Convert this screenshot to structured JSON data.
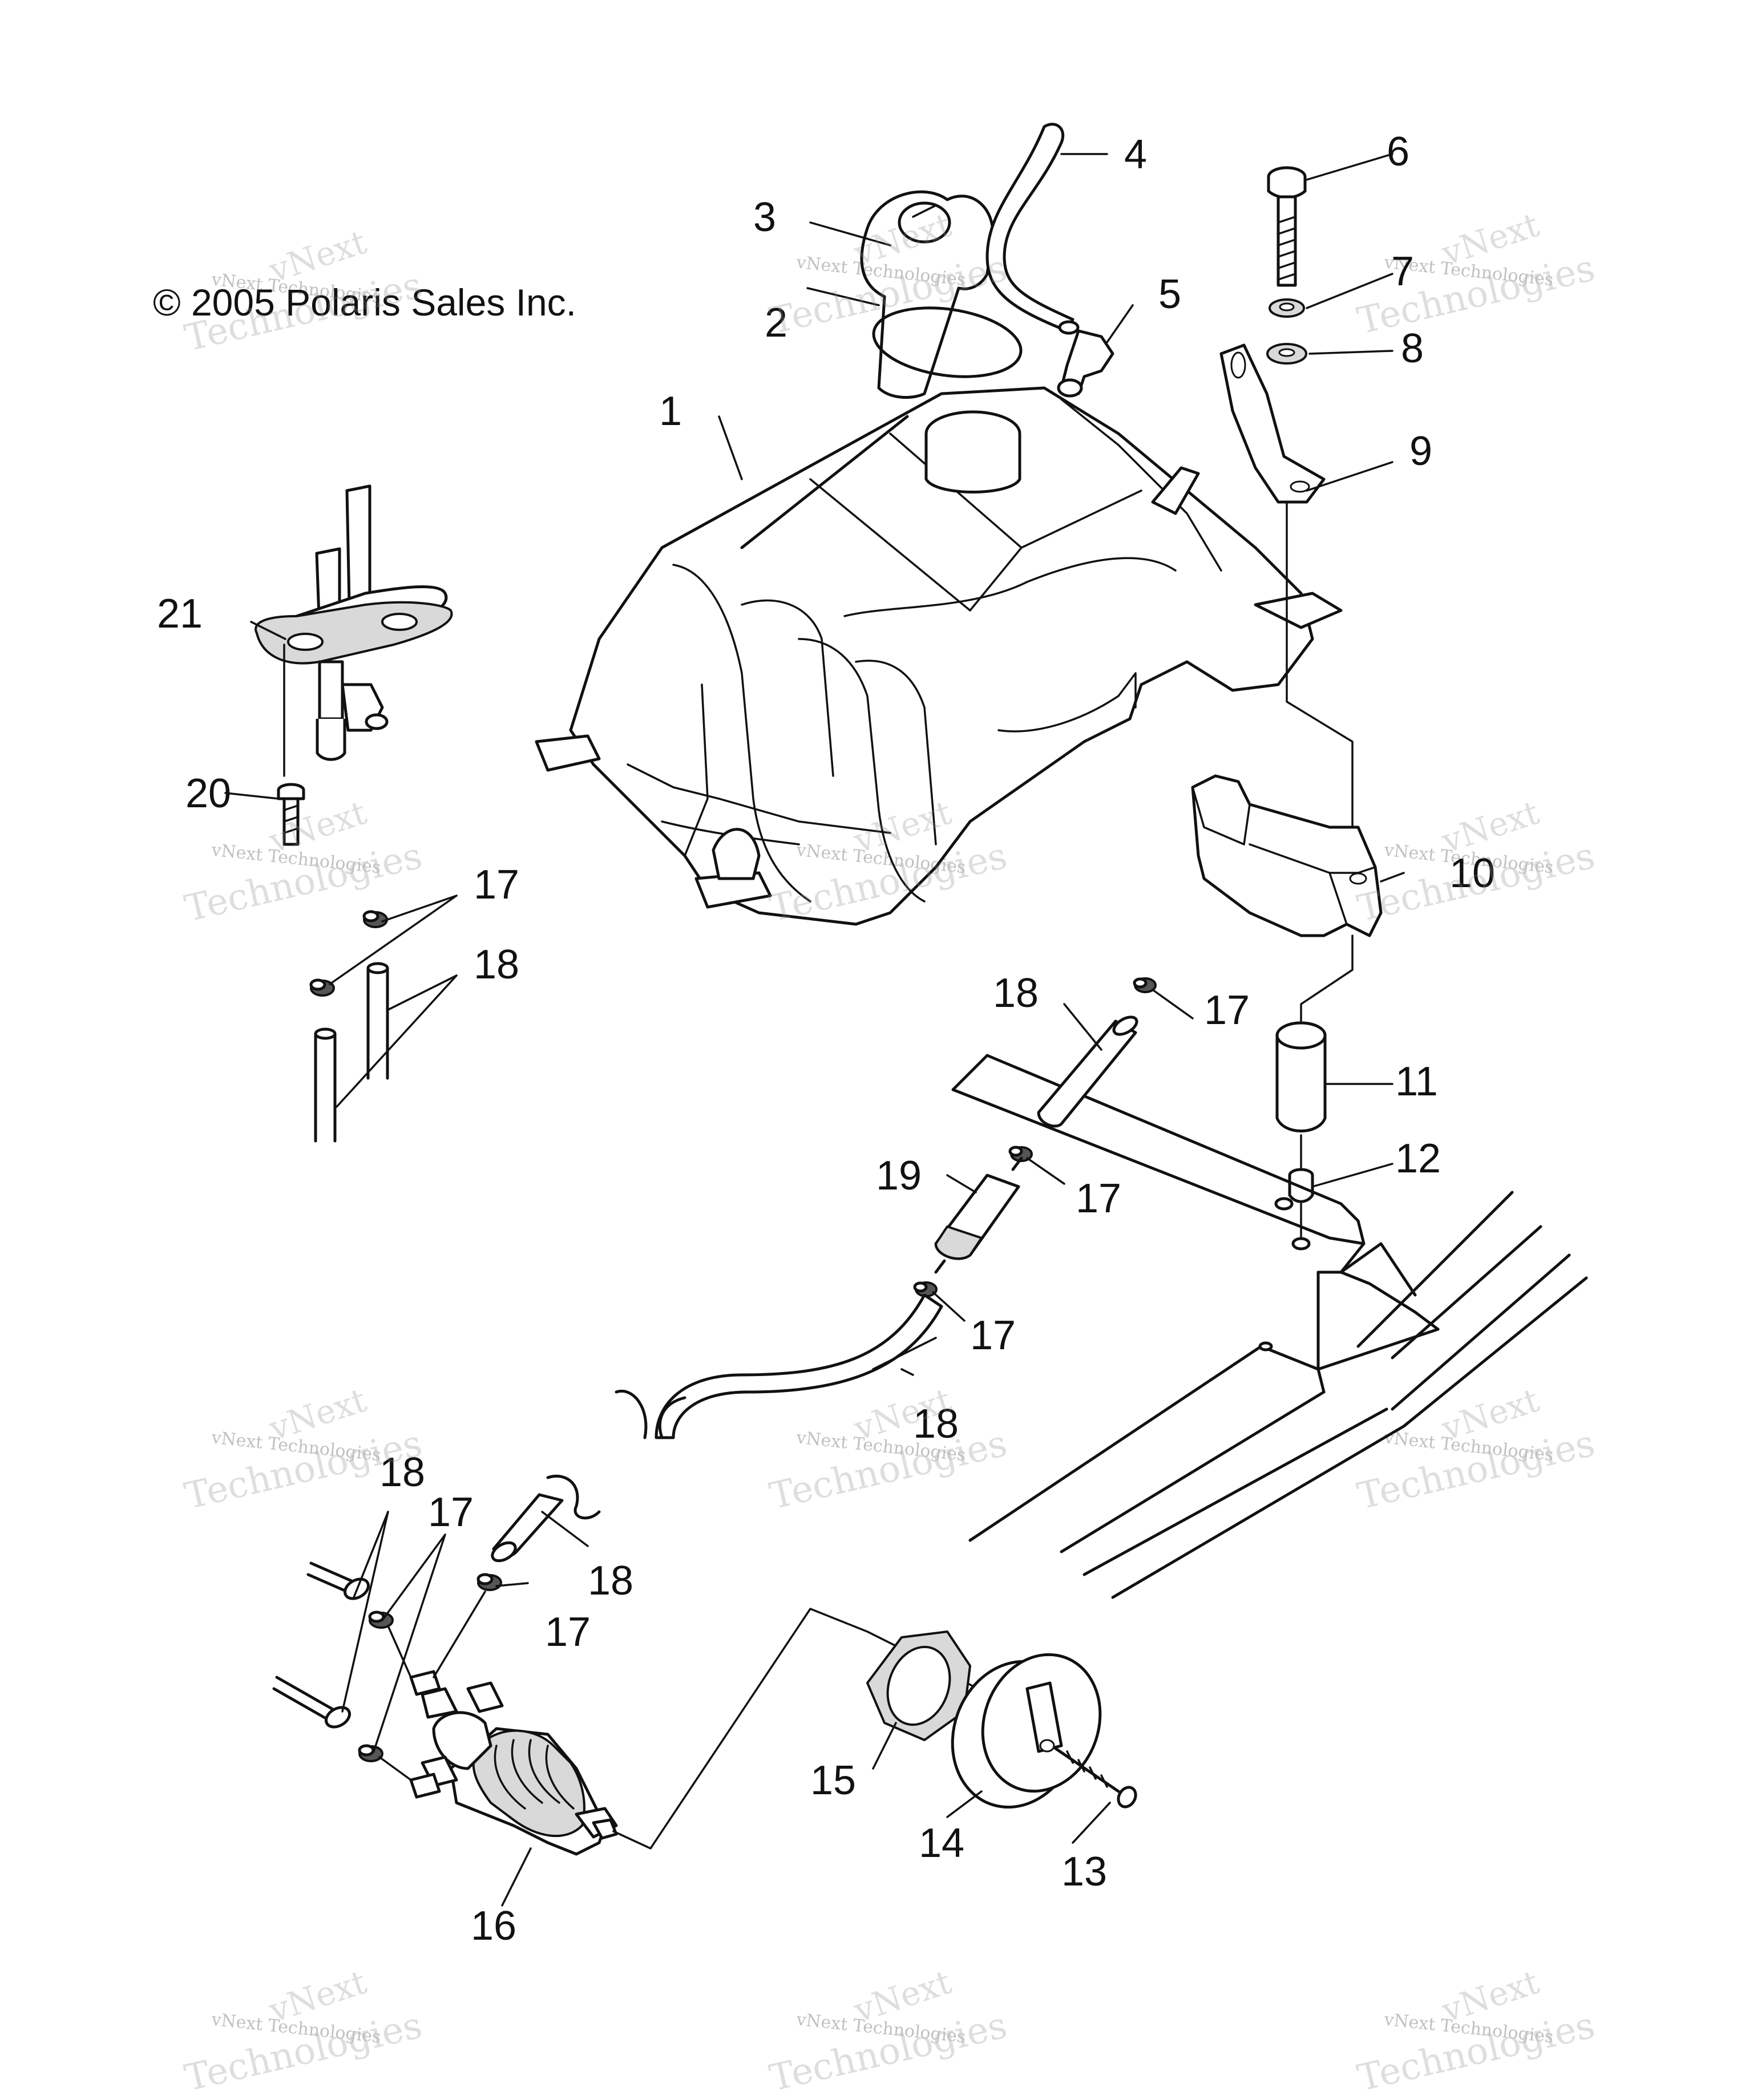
{
  "copyright": "© 2005 Polaris Sales Inc.",
  "watermark": {
    "line1": "vNext",
    "line2": "Technologies",
    "line3": "vNext Technologies"
  },
  "callouts": {
    "c1": "1",
    "c2": "2",
    "c3": "3",
    "c4": "4",
    "c5": "5",
    "c6": "6",
    "c7": "7",
    "c8": "8",
    "c9": "9",
    "c10": "10",
    "c11": "11",
    "c12": "12",
    "c13": "13",
    "c14": "14",
    "c15": "15",
    "c16": "16",
    "c17": "17",
    "c18": "18",
    "c19": "19",
    "c20": "20",
    "c21": "21"
  }
}
